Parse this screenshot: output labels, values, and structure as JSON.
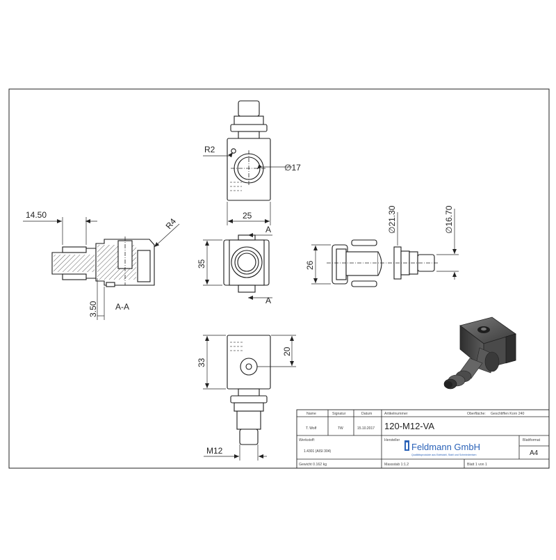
{
  "dimensions": {
    "r2": "R2",
    "dia17": "∅17",
    "w25": "25",
    "d2130": "∅21.30",
    "d1670": "∅16.70",
    "l1450": "14.50",
    "r4": "R4",
    "h35": "35",
    "h26": "26",
    "h350": "3.50",
    "h33": "33",
    "h20": "20",
    "m12": "M12",
    "section_mark": "A",
    "section_label": "A-A"
  },
  "title_block": {
    "col_name": "Name",
    "col_signatur": "Signatur",
    "col_datum": "Datum",
    "name_value": "T. Wolf",
    "signatur_value": "TW",
    "datum_value": "15.10.2017",
    "artikelnummer_label": "Artikelnummer",
    "artikelnummer": "120-M12-VA",
    "oberflaeche_label": "Oberfläche:",
    "oberflaeche_value": "Geschliffen Korn 240",
    "werkstoff_label": "Werkstoff:",
    "werkstoff_value": "1.4301 (AISI 304)",
    "hersteller_label": "Hersteller",
    "company": "Feldmann GmbH",
    "company_sub": "Qualitätsprodukte aus Edelstahl, Stahl und Schmiedeeisen",
    "blattformat_label": "Blattformat",
    "blattformat": "A4",
    "gewicht": "Gewicht 0.162 kg",
    "massstab": "Massstab 1:1.2",
    "blatt": "Blatt 1 von 1"
  }
}
